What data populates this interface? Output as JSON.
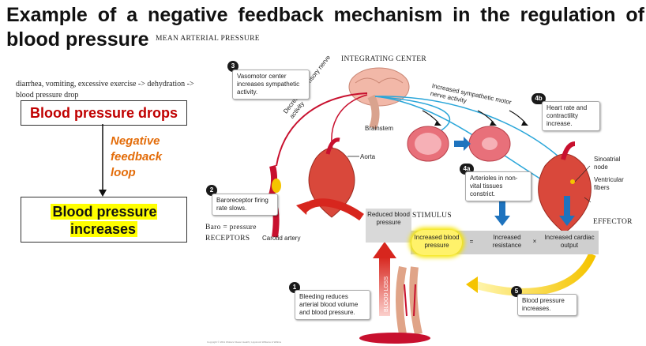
{
  "title": "Example of a negative feedback mechanism in the regulation of blood pressure",
  "mean_arterial_pressure": "MEAN ARTERIAL PRESSURE",
  "left_panel": {
    "note": "diarrhea, vomiting, excessive exercise -> dehydration -> blood pressure drop",
    "drops_box": "Blood pressure drops",
    "loop_label": "Negative feedback loop",
    "increase_box": "Blood pressure increases"
  },
  "diagram": {
    "integrating_center": "INTEGRATING CENTER",
    "brainstem": "Brainstem",
    "aorta": "Aorta",
    "carotid_artery": "Carotid artery",
    "baro_note": "Baro = pressure",
    "receptors": "RECEPTORS",
    "stimulus": "STIMULUS",
    "effector": "EFFECTOR",
    "reduced_bp": "Reduced blood pressure",
    "blood_loss": "BLOOD LOSS",
    "sinoatrial_node": "Sinoatrial node",
    "ventricular_fibers": "Ventricular fibers",
    "sensory_arc": "Decreased sensory nerve activity",
    "motor_arc": "Increased sympathetic motor nerve activity",
    "equation": {
      "increased_bp": "Increased blood pressure",
      "equals": "=",
      "increased_resistance": "Increased resistance",
      "times": "×",
      "increased_co": "Increased cardiac output"
    },
    "steps": [
      {
        "num": "1",
        "text": "Bleeding reduces arterial blood volume and blood pressure."
      },
      {
        "num": "2",
        "text": "Baroreceptor firing rate slows."
      },
      {
        "num": "3",
        "text": "Vasomotor center increases sympathetic activity."
      },
      {
        "num": "4a",
        "text": "Arterioles in non-vital tissues constrict."
      },
      {
        "num": "4b",
        "text": "Heart rate and contractility increase."
      },
      {
        "num": "5",
        "text": "Blood pressure increases."
      }
    ]
  },
  "colors": {
    "red_text": "#c00000",
    "orange_text": "#e36c09",
    "highlight": "#ffff00",
    "blue_arrow": "#1e73be",
    "red_arrow": "#d7261e",
    "yellow_arrow": "#f5c400"
  },
  "copyright": "Copyright © 2011 Wolters Kluwer Health | Lippincott Williams & Wilkins"
}
